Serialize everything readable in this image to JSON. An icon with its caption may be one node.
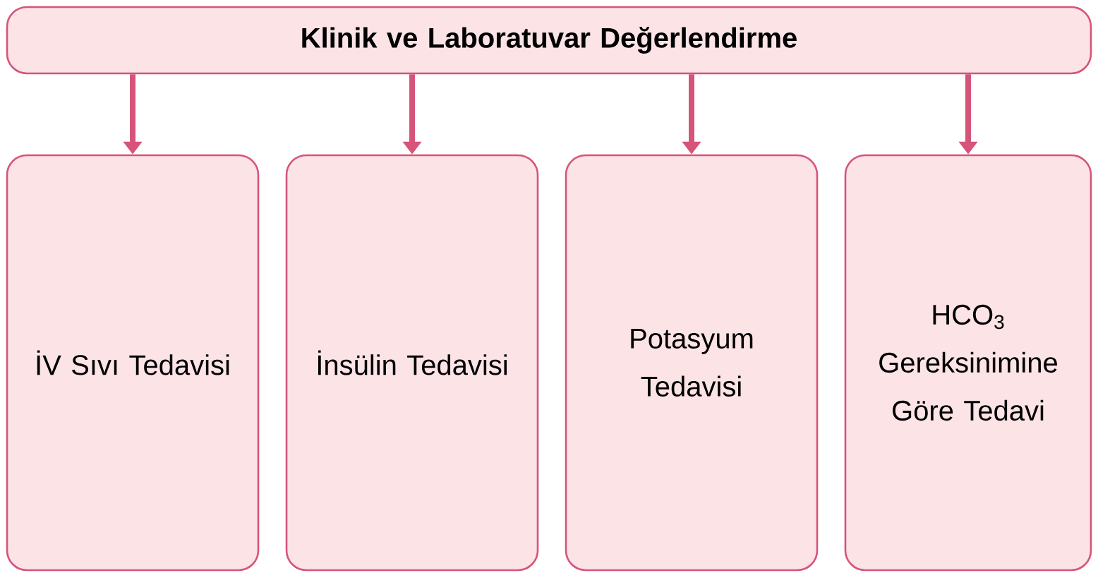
{
  "diagram": {
    "nodes": [
      {
        "text": [
          "Klinik ve Laboratuvar Değerlendirme"
        ]
      },
      {
        "text": [
          "İV Sıvı Tedavisi"
        ]
      },
      {
        "text": [
          "İnsülin Tedavisi"
        ]
      },
      {
        "text": [
          "Potasyum Tedavisi"
        ]
      },
      {
        "text": [
          "HCO$_{3}$ Gereksinimine Göre Tedavi"
        ]
      }
    ],
    "edges": [
      {
        "from": 0,
        "to": 1,
        "arrow": "to"
      },
      {
        "from": 0,
        "to": 2,
        "arrow": "to"
      },
      {
        "from": 0,
        "to": 3,
        "arrow": "to"
      },
      {
        "from": 0,
        "to": 4,
        "arrow": "to"
      }
    ]
  }
}
